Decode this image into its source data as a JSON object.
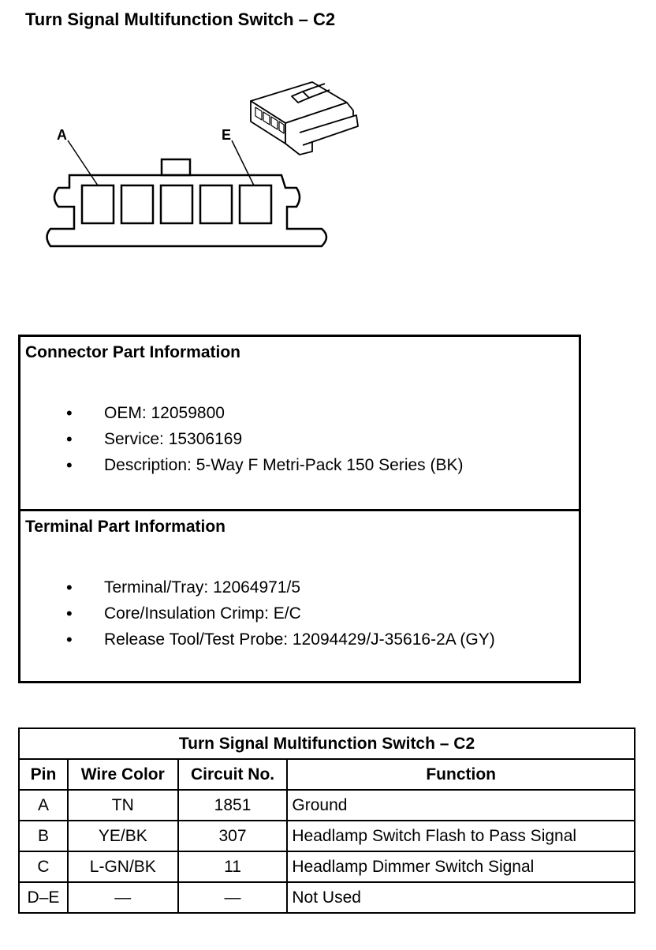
{
  "page": {
    "title": "Turn Signal Multifunction Switch – C2"
  },
  "connector": {
    "label_first": "A",
    "label_last": "E"
  },
  "connector_info": {
    "title": "Connector Part Information",
    "items": [
      "OEM: 12059800",
      "Service: 15306169",
      "Description: 5-Way F Metri-Pack 150 Series (BK)"
    ]
  },
  "terminal_info": {
    "title": "Terminal Part Information",
    "items": [
      "Terminal/Tray: 12064971/5",
      "Core/Insulation Crimp: E/C",
      "Release Tool/Test Probe: 12094429/J-35616-2A (GY)"
    ]
  },
  "pin_table": {
    "title": "Turn Signal Multifunction Switch – C2",
    "headers": [
      "Pin",
      "Wire Color",
      "Circuit No.",
      "Function"
    ],
    "rows": [
      [
        "A",
        "TN",
        "1851",
        "Ground"
      ],
      [
        "B",
        "YE/BK",
        "307",
        "Headlamp Switch Flash to Pass Signal"
      ],
      [
        "C",
        "L-GN/BK",
        "11",
        "Headlamp Dimmer Switch Signal"
      ],
      [
        "D–E",
        "—",
        "—",
        "Not Used"
      ]
    ]
  }
}
